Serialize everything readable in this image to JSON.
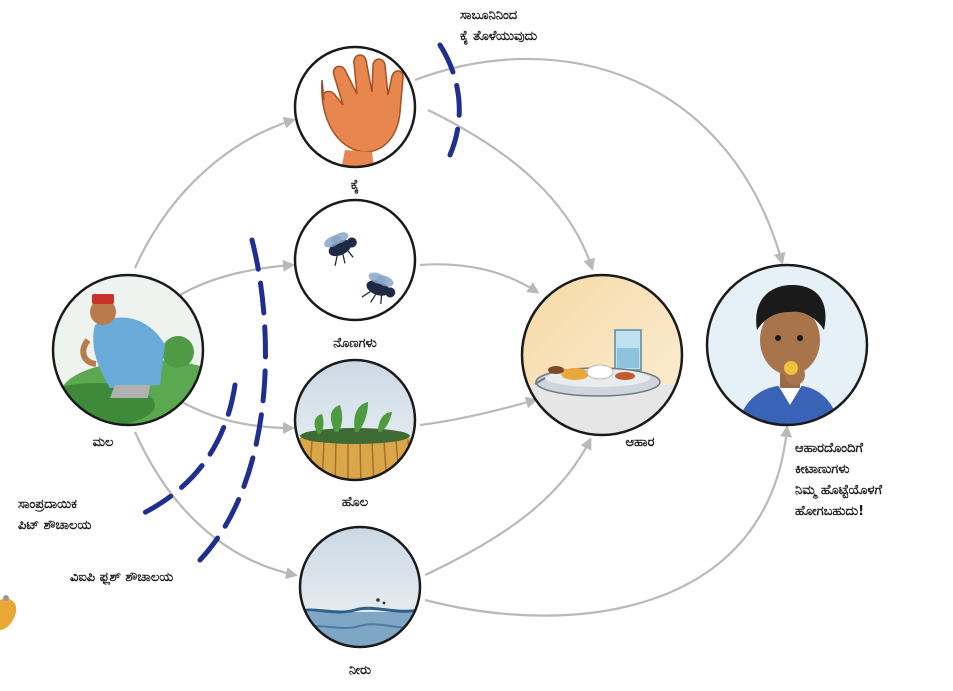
{
  "nodes": {
    "feces": {
      "label": "ಮಲ",
      "icon": "person-defecating-icon"
    },
    "hands": {
      "label": "ಕೈ",
      "icon": "hand-icon"
    },
    "flies": {
      "label": "ನೊಣಗಳು",
      "icon": "flies-icon"
    },
    "fields": {
      "label": "ಹೊಲ",
      "icon": "crop-field-icon"
    },
    "water": {
      "label": "ನೀರು",
      "icon": "water-icon"
    },
    "food": {
      "label": "ಆಹಾರ",
      "icon": "food-plate-icon"
    },
    "child": {
      "label": "",
      "icon": "child-eating-icon"
    }
  },
  "barriers": {
    "handwash": [
      "ಸಾಬೂನಿನಿಂದ",
      "ಕೈ ತೊಳೆಯುವುದು"
    ],
    "pit_latrine": [
      "ಸಾಂಪ್ರದಾಯಿಕ",
      "ಪಿಟ್ ಶೌಚಾಲಯ"
    ],
    "vip_latrine": "ವಿಐಪಿ ಫ್ಲಶ್ ಶೌಚಾಲಯ"
  },
  "outcome": [
    "ಆಹಾರದೊಂದಿಗೆ",
    "ಕೀಟಾಣುಗಳು",
    "ನಿಮ್ಮ ಹೊಟ್ಟೆಯೊಳಗೆ",
    "ಹೋಗಬಹುದು!"
  ],
  "colors": {
    "arrow": "#b9b9b9",
    "barrier": "#1f2f8f",
    "circle_stroke": "#1a1a1a"
  }
}
